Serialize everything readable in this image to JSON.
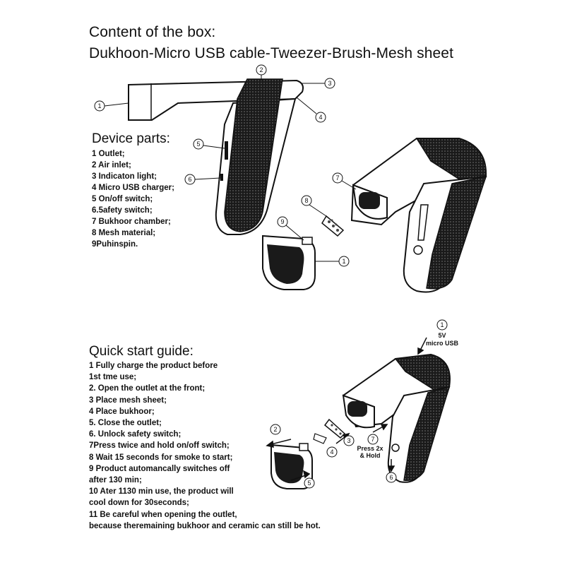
{
  "header": {
    "title": "Content of the box:",
    "contents": "Dukhoon-Micro USB cable-Tweezer-Brush-Mesh sheet"
  },
  "device_parts": {
    "heading": "Device parts:",
    "items": [
      "1 Outlet;",
      "2 Air inlet;",
      "3 Indicaton light;",
      "4 Micro USB charger;",
      "5 On/off switch;",
      "6.5afety switch;",
      "7 Bukhoor chamber;",
      "8 Mesh material;",
      "9Puhinspin."
    ]
  },
  "quick_start": {
    "heading": "Quick start guide:",
    "lines": [
      " 1 Fully charge the product before",
      "1st tme use;",
      "2. Open the outlet at the front;",
      "3 Place mesh sheet;",
      "4 Place bukhoor;",
      "5. Close the outlet;",
      "6. Unlock safety switch;",
      "7Press twice and hold on/off switch;",
      "8 Wait 15 seconds for smoke to start;",
      "9 Product automancally switches off",
      "after 130 min;",
      "10 Ater 1130 min use, the product will",
      "cool down for 30seconds;",
      "11 Be careful when opening the outlet,",
      " because theremaining bukhoor and ceramic can still be hot."
    ]
  },
  "diagram_labels": {
    "n1": "1",
    "n2": "2",
    "n3": "3",
    "n4": "4",
    "n5": "5",
    "n6": "6",
    "n7": "7",
    "n8": "8",
    "n9": "9",
    "usb_line1": "5V",
    "usb_line2": "micro USB",
    "press_line1": "Press 2x",
    "press_line2": "& Hold"
  }
}
